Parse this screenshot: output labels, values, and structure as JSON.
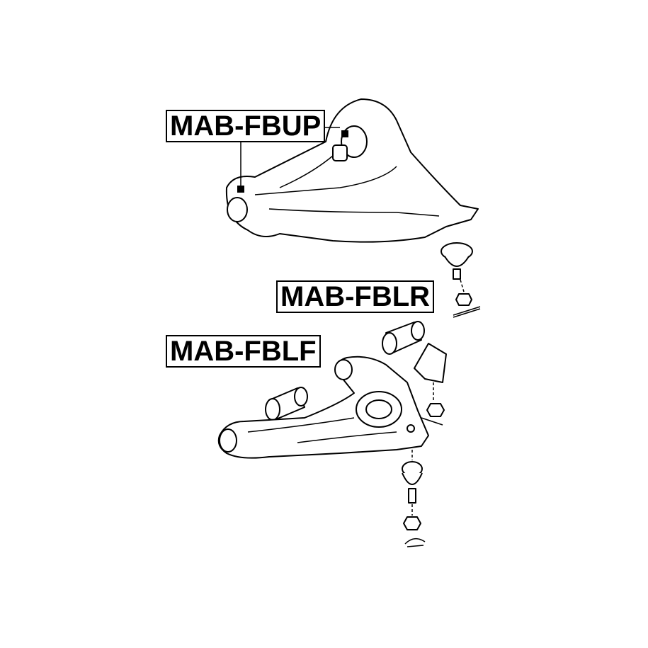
{
  "labels": {
    "upper_bushing": "MAB-FBUP",
    "lower_rear_bushing": "MAB-FBLR",
    "lower_front_bushing": "MAB-FBLF"
  }
}
